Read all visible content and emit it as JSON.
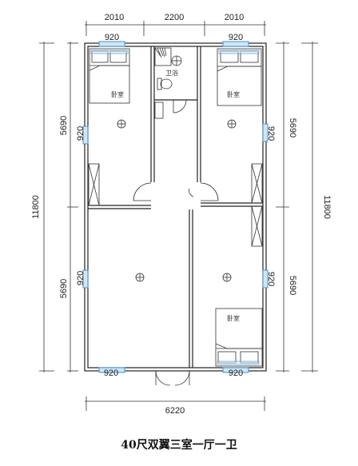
{
  "dimensions": {
    "top": [
      "2010",
      "2200",
      "2010"
    ],
    "bottom": "6220",
    "left_total": "11800",
    "right_total": "11800",
    "left_upper": "5690",
    "left_lower": "5690",
    "right_upper": "5690",
    "right_lower": "5690",
    "window_top_left": "920",
    "window_top_right": "920",
    "window_bottom_left": "920",
    "window_bottom_right": "920",
    "window_side_ul": "920",
    "window_side_ll": "920",
    "window_side_ur": "920",
    "window_side_lr": "920"
  },
  "rooms": {
    "bathroom_label": "卫浴",
    "bed_label_tl": "卧室",
    "bed_label_tr": "卧室",
    "bed_label_br": "卧室"
  },
  "caption": "40尺双翼三室一厅一卫",
  "colors": {
    "window": "#4a90c8",
    "wall": "#222222"
  }
}
